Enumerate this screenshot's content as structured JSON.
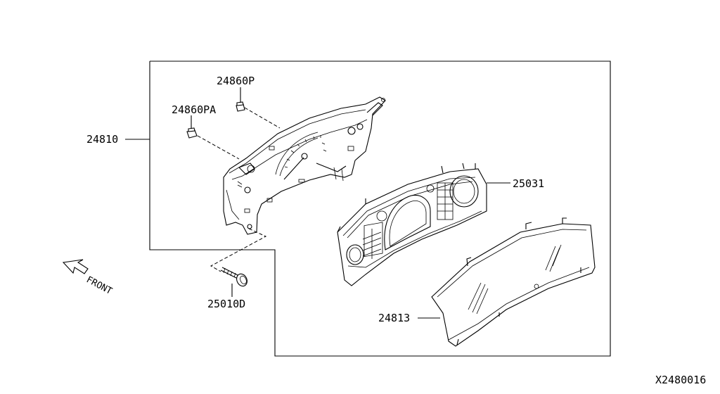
{
  "labels": {
    "bulb_p": "24860P",
    "bulb_pa": "24860PA",
    "cluster": "24810",
    "finisher": "25031",
    "lens": "24813",
    "screw": "25010D",
    "front": "FRONT",
    "diagram_id": "X2480016"
  }
}
